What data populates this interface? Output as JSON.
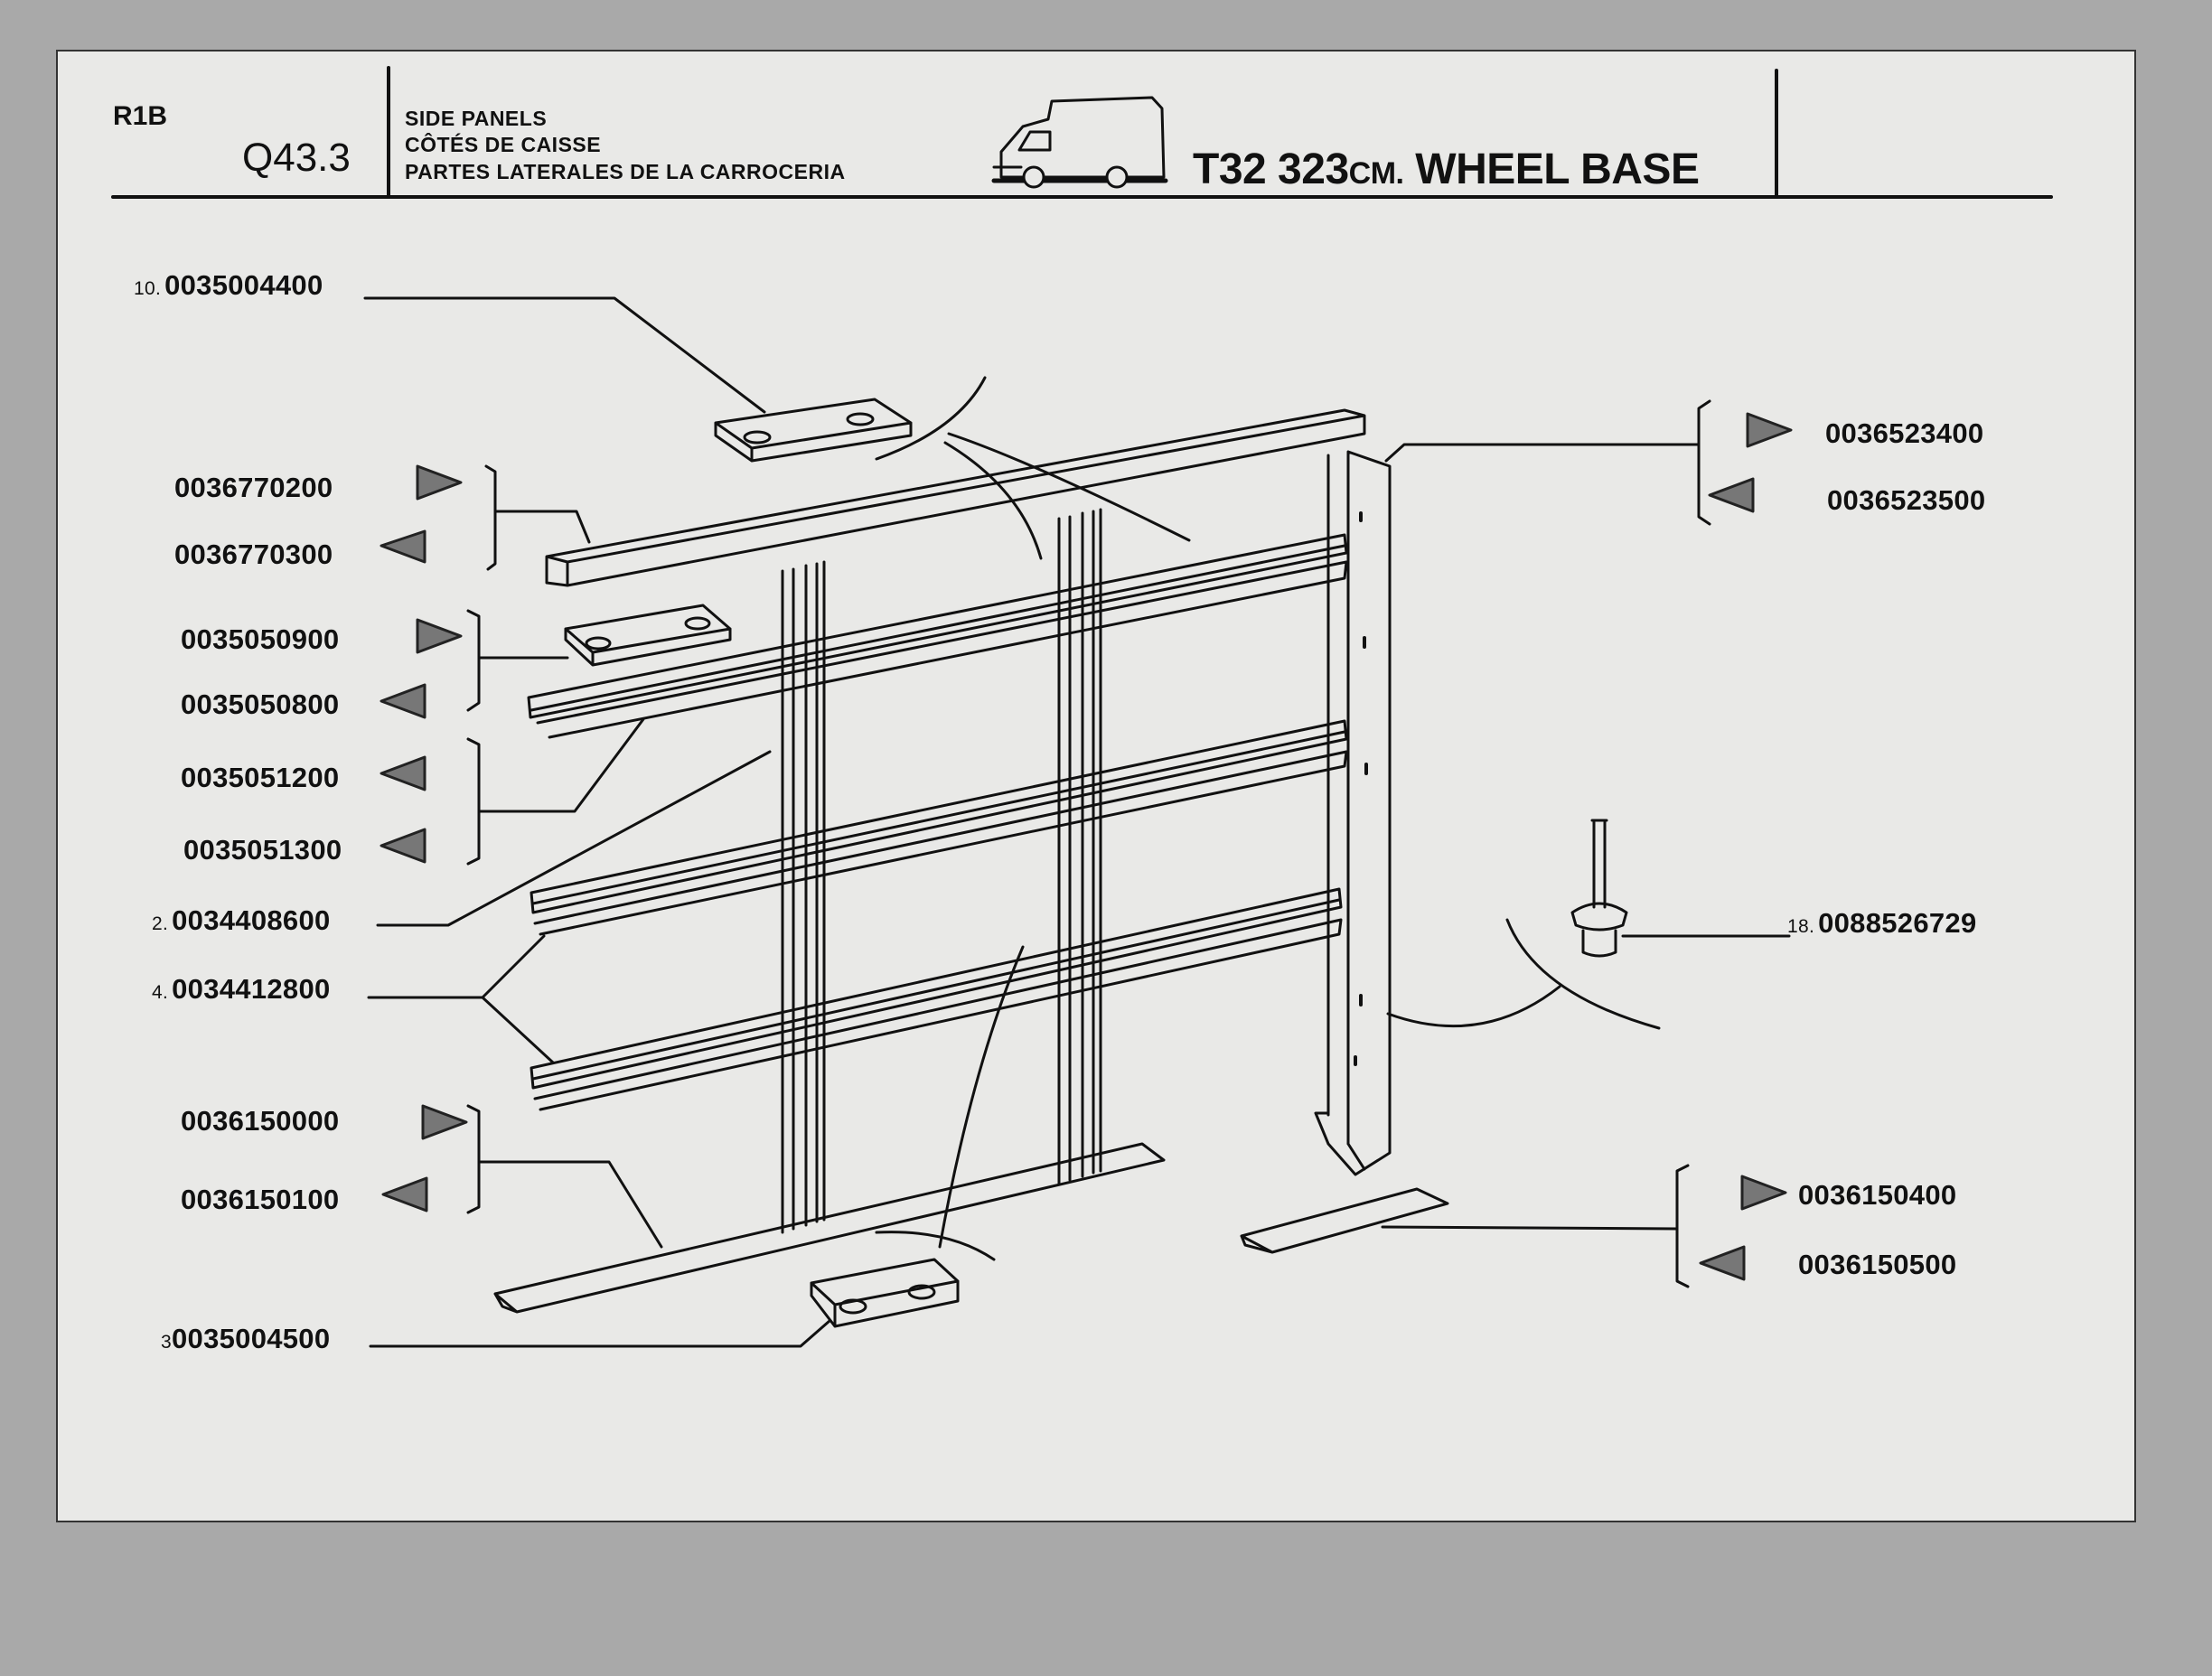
{
  "header": {
    "model_code": "R1B",
    "section": "Q43.3",
    "titles": [
      "SIDE PANELS",
      "CÔTÉS DE CAISSE",
      "PARTES LATERALES DE LA CARROCERIA"
    ],
    "model_prefix": "T32 323",
    "model_unit": "CM.",
    "model_suffix": " WHEEL BASE"
  },
  "icons": {
    "van": "van-icon",
    "right_hand": "triangle-right-icon",
    "left_hand": "triangle-left-icon"
  },
  "parts": [
    {
      "index": "10.",
      "number": "0035004400"
    },
    {
      "index": "",
      "number": "0036770200",
      "hand": "right"
    },
    {
      "index": "",
      "number": "0036770300",
      "hand": "left"
    },
    {
      "index": "",
      "number": "0035050900",
      "hand": "right"
    },
    {
      "index": "",
      "number": "0035050800",
      "hand": "left"
    },
    {
      "index": "",
      "number": "0035051200",
      "hand": "left"
    },
    {
      "index": "",
      "number": "0035051300",
      "hand": "left"
    },
    {
      "index": "2.",
      "number": "0034408600"
    },
    {
      "index": "4.",
      "number": "0034412800"
    },
    {
      "index": "",
      "number": "0036150000",
      "hand": "right"
    },
    {
      "index": "",
      "number": "0036150100",
      "hand": "left"
    },
    {
      "index": "3",
      "number": "0035004500"
    },
    {
      "index": "",
      "number": "0036523400",
      "hand": "right"
    },
    {
      "index": "",
      "number": "0036523500",
      "hand": "left"
    },
    {
      "index": "18.",
      "number": "0088526729"
    },
    {
      "index": "",
      "number": "0036150400",
      "hand": "right"
    },
    {
      "index": "",
      "number": "0036150500",
      "hand": "left"
    }
  ]
}
